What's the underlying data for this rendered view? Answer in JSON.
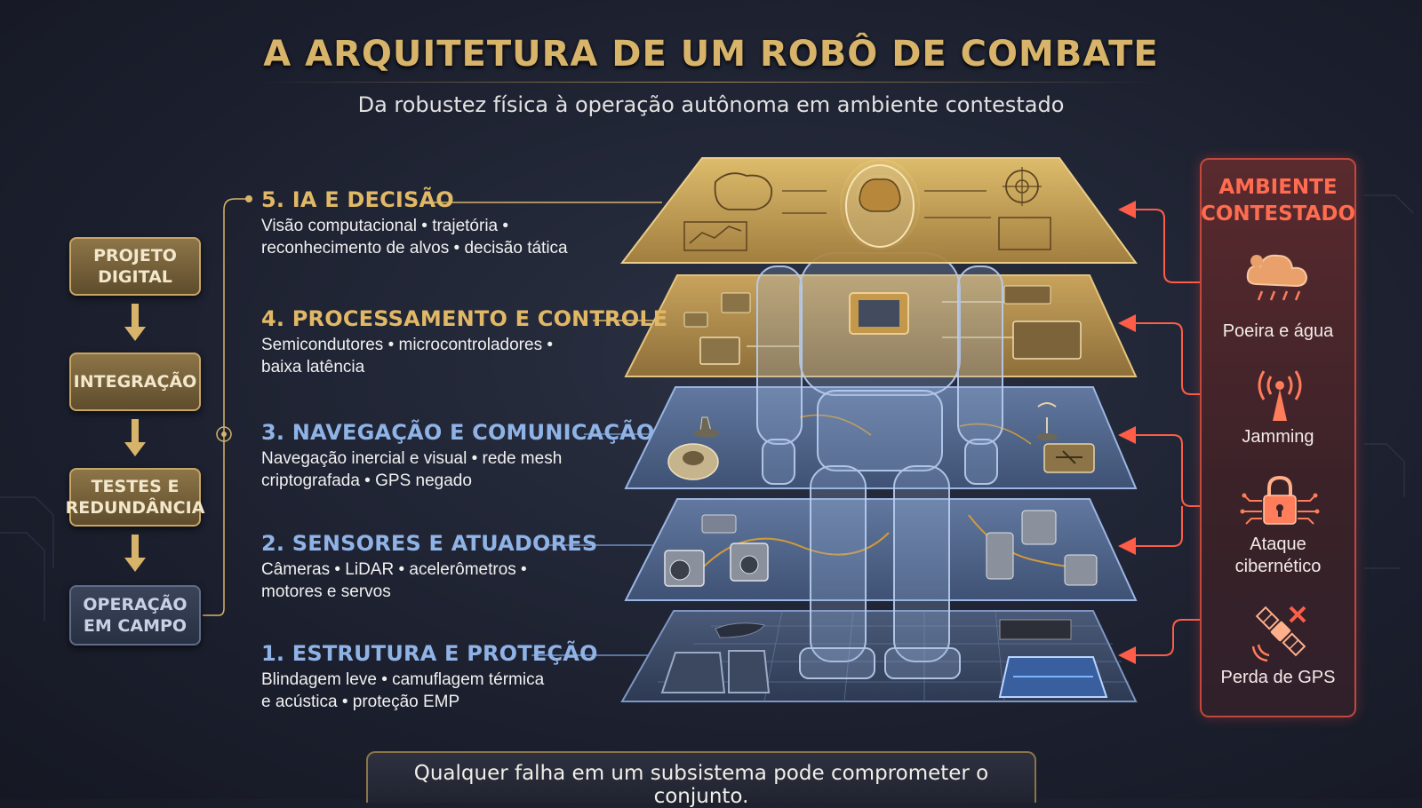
{
  "header": {
    "title": "A ARQUITETURA DE UM ROBÔ DE COMBATE",
    "subtitle": "Da robustez física à operação autônoma em ambiente contestado"
  },
  "process": {
    "steps": [
      {
        "label": "PROJETO\nDIGITAL",
        "tone": "gold"
      },
      {
        "label": "INTEGRAÇÃO",
        "tone": "gold"
      },
      {
        "label": "TESTES E\nREDUNDÂNCIA",
        "tone": "gold"
      },
      {
        "label": "OPERAÇÃO\nEM CAMPO",
        "tone": "blue"
      }
    ]
  },
  "layers": [
    {
      "title": "5. IA E DECISÃO",
      "description": "Visão computacional • trajetória • reconhecimento de alvos • decisão tática",
      "tone": "gold"
    },
    {
      "title": "4. PROCESSAMENTO E CONTROLE",
      "description": "Semicondutores • microcontroladores • baixa latência",
      "tone": "gold"
    },
    {
      "title": "3. NAVEGAÇÃO E COMUNICAÇÃO",
      "description": "Navegação inercial e visual • rede mesh criptografada • GPS negado",
      "tone": "blue"
    },
    {
      "title": "2. SENSORES E ATUADORES",
      "description": "Câmeras • LiDAR • acelerômetros • motores e servos",
      "tone": "blue"
    },
    {
      "title": "1. ESTRUTURA E PROTEÇÃO",
      "description": "Blindagem leve • camuflagem térmica e acústica • proteção EMP",
      "tone": "blue"
    }
  ],
  "environment": {
    "title": "AMBIENTE\nCONTESTADO",
    "threats": [
      {
        "label": "Poeira e água",
        "icon": "dust-rain-cloud-icon"
      },
      {
        "label": "Jamming",
        "icon": "signal-tower-icon"
      },
      {
        "label": "Ataque\ncibernético",
        "icon": "padlock-circuit-icon"
      },
      {
        "label": "Perda de GPS",
        "icon": "satellite-icon"
      }
    ]
  },
  "footer": {
    "text": "Qualquer falha em um subsistema pode comprometer o conjunto."
  },
  "colors": {
    "gold": "#d8b46a",
    "blue": "#8fb3e6",
    "threat": "#ff6c4f",
    "background": "#1d2130"
  }
}
